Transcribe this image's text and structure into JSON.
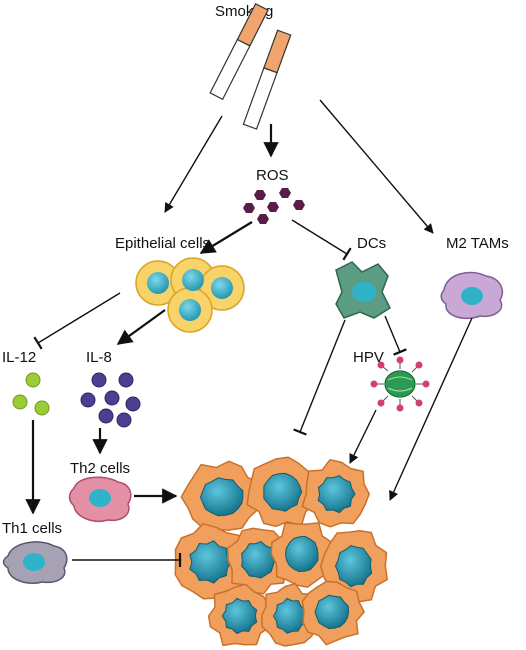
{
  "labels": {
    "smoking": "Smoking",
    "ros": "ROS",
    "epithelial": "Epithelial cells",
    "dcs": "DCs",
    "m2_tams": "M2 TAMs",
    "il12": "IL-12",
    "il8": "IL-8",
    "hpv": "HPV",
    "th2": "Th2 cells",
    "th1": "Th1 cells"
  },
  "colors": {
    "cigarette_filter": "#f0a56e",
    "ros": "#5a1d48",
    "epithelial_body": "#f7d36a",
    "epithelial_nucleus": "#2fb3c9",
    "dc_body": "#5c9c82",
    "m2_body": "#c9a8d6",
    "il12": "#9ccb3a",
    "il8": "#4c3f8f",
    "hpv": "#2c9a50",
    "hpv_spike": "#d83c78",
    "th2_body": "#e38fa6",
    "th1_body": "#a6a2b3",
    "tumor_body": "#f0a05c",
    "tumor_nucleus": "#1a8da5"
  }
}
